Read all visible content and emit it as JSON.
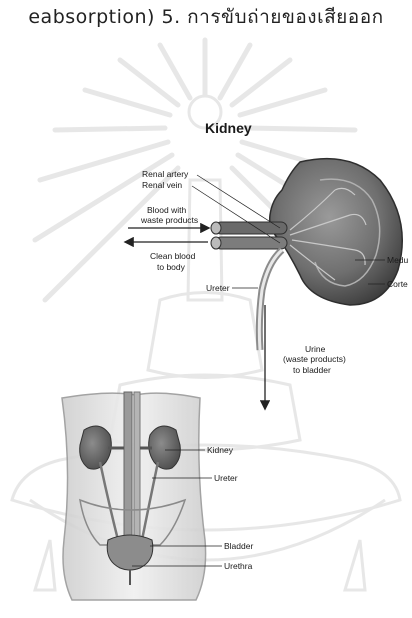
{
  "header": {
    "text": "eabsorption) 5. การขับถ่ายของเสียออก"
  },
  "diagram": {
    "title": "Kidney",
    "labels": {
      "renal_artery": "Renal artery",
      "renal_vein": "Renal vein",
      "blood_waste_1": "Blood with",
      "blood_waste_2": "waste products",
      "clean_blood_1": "Clean blood",
      "clean_blood_2": "to body",
      "medulla": "Medu",
      "cortex": "Corte",
      "ureter_top": "Ureter",
      "urine_1": "Urine",
      "urine_2": "(waste products)",
      "urine_3": "to bladder",
      "kidney_body": "Kidney",
      "ureter_body": "Ureter",
      "bladder": "Bladder",
      "urethra": "Urethra"
    },
    "colors": {
      "watermark": "#d9d9d9",
      "organ_dark": "#5a5a5a",
      "organ_mid": "#8a8a8a",
      "body_fill": "#e6e6e6"
    }
  }
}
